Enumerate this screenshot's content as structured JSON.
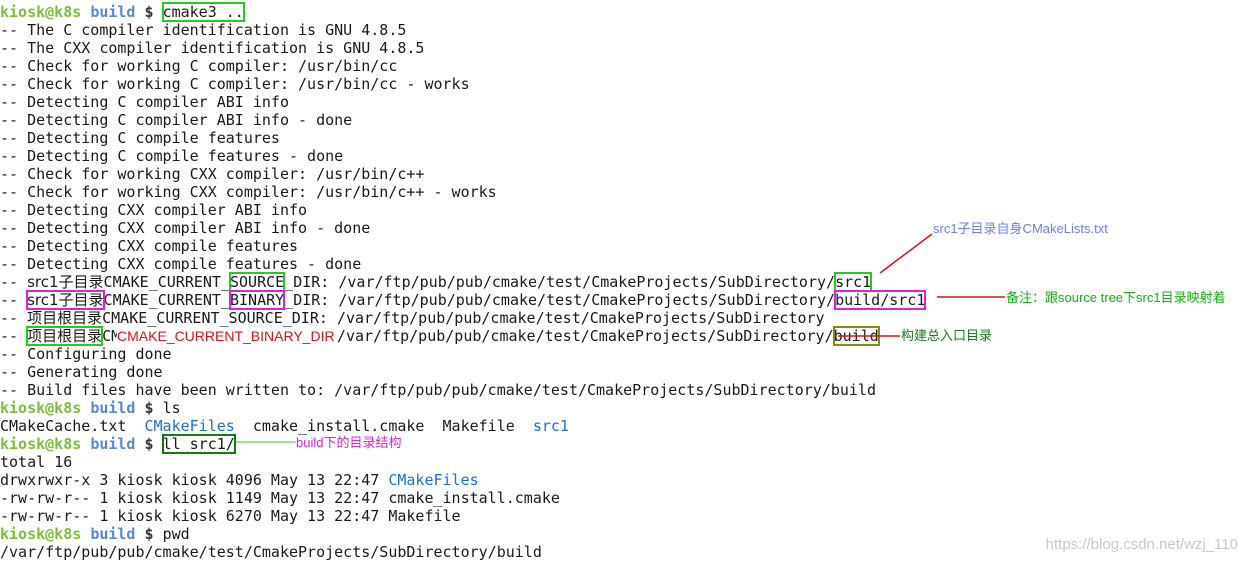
{
  "prompt": {
    "user": "kiosk@k8s",
    "dir": "build",
    "symbol": "$"
  },
  "commands": {
    "cmake": "cmake3 ..",
    "ls": "ls",
    "ll": "ll src1/",
    "pwd": "pwd"
  },
  "output1": [
    "-- The C compiler identification is GNU 4.8.5",
    "-- The CXX compiler identification is GNU 4.8.5",
    "-- Check for working C compiler: /usr/bin/cc",
    "-- Check for working C compiler: /usr/bin/cc - works",
    "-- Detecting C compiler ABI info",
    "-- Detecting C compiler ABI info - done",
    "-- Detecting C compile features",
    "-- Detecting C compile features - done",
    "-- Check for working CXX compiler: /usr/bin/c++",
    "-- Check for working CXX compiler: /usr/bin/c++ - works",
    "-- Detecting CXX compiler ABI info",
    "-- Detecting CXX compiler ABI info - done",
    "-- Detecting CXX compile features",
    "-- Detecting CXX compile features - done"
  ],
  "dirs": {
    "src_source": {
      "prefix": "-- ",
      "label": "src1子目录",
      "p1": "CMAKE_CURRENT_",
      "key": "SOURCE",
      "p2": "_DIR: /var/ftp/pub/pub/cmake/test/CmakeProjects/SubDirectory/",
      "tail": "src1"
    },
    "src_binary": {
      "prefix": "-- ",
      "label": "src1子目录",
      "p1": "CMAKE_CURRENT_",
      "key": "BINARY",
      "p2": "_DIR: /var/ftp/pub/pub/cmake/test/CmakeProjects/SubDirectory/",
      "tail": "build/src1"
    },
    "root_source": {
      "prefix": "-- ",
      "label": "项目根目录",
      "rest": "CMAKE_CURRENT_SOURCE_DIR: /var/ftp/pub/pub/cmake/test/CmakeProjects/SubDirectory"
    },
    "root_binary": {
      "prefix": "-- ",
      "label": "项目根目录",
      "rest": "CMAKE_CURRENT_BINARY_DIR: /var/ftp/pub/pub/cmake/test/CmakeProjects/SubDirectory/",
      "tail": "build",
      "overlay": "CMAKE_CURRENT_BINARY_DIR"
    }
  },
  "output2": [
    "-- Configuring done",
    "-- Generating done",
    "-- Build files have been written to: /var/ftp/pub/pub/cmake/test/CmakeProjects/SubDirectory/build"
  ],
  "ls_output": {
    "f1": "CMakeCache.txt",
    "d1": "CMakeFiles",
    "f2": "cmake_install.cmake",
    "f3": "Makefile",
    "d2": "src1"
  },
  "ll_output": {
    "total": "total 16",
    "rows": [
      {
        "meta": "drwxrwxr-x 3 kiosk kiosk 4096 May 13 22:47 ",
        "name": "CMakeFiles",
        "is_dir": true
      },
      {
        "meta": "-rw-rw-r-- 1 kiosk kiosk 1149 May 13 22:47 ",
        "name": "cmake_install.cmake",
        "is_dir": false
      },
      {
        "meta": "-rw-rw-r-- 1 kiosk kiosk 6270 May 13 22:47 ",
        "name": "Makefile",
        "is_dir": false
      }
    ]
  },
  "pwd_output": "/var/ftp/pub/pub/cmake/test/CmakeProjects/SubDirectory/build",
  "annotations": {
    "src1_cmakelists": "src1子目录自身CMakeLists.txt",
    "note_mapping": "备注：跟source tree下src1目录映射着",
    "build_entry": "构建总入口目录",
    "build_subdir": "build下的目录结构"
  },
  "watermark": "https://blog.csdn.net/wzj_110",
  "colors": {
    "prompt_user": "#7cbe3a",
    "prompt_dir": "#5a87d0",
    "directory": "#1a6ed8",
    "annot_blue": "#6b7cff",
    "annot_green": "#11b311",
    "annot_darkgreen": "#1a7a1a",
    "annot_magenta": "#e020e0",
    "red": "#e0101a"
  }
}
